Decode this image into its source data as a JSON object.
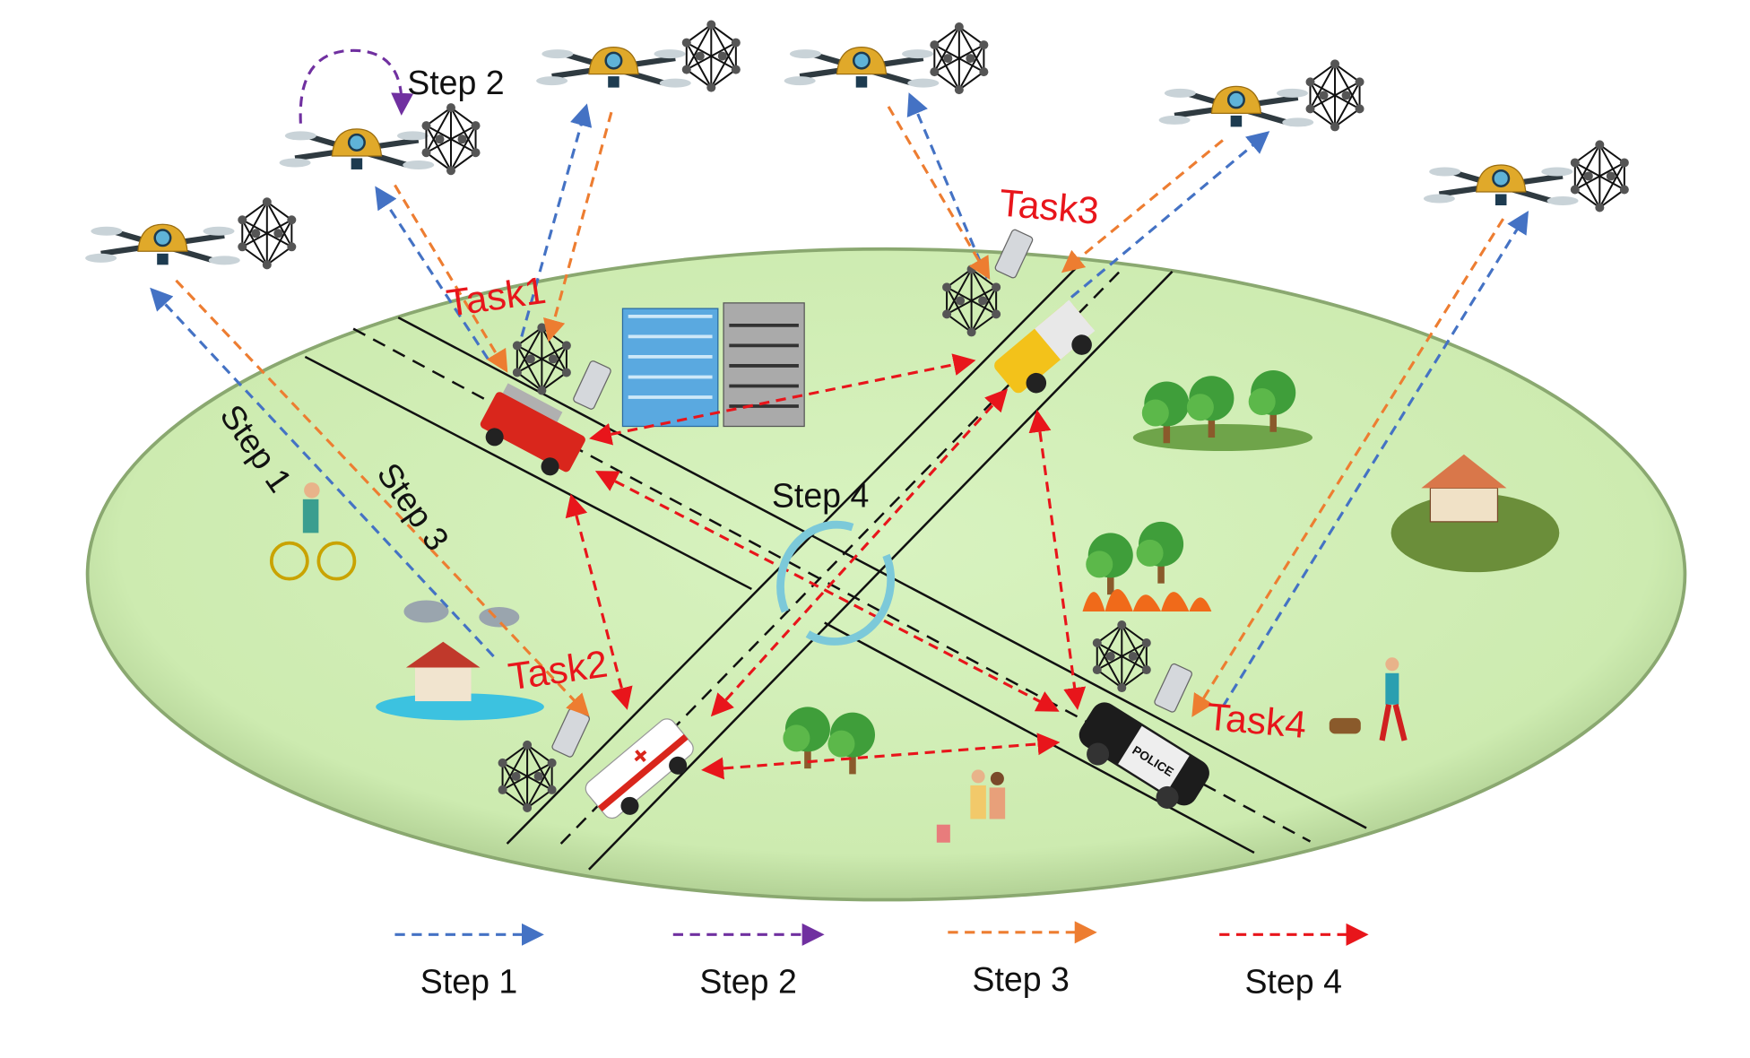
{
  "colors": {
    "step1": "#4472c4",
    "step2": "#7030a0",
    "step3": "#ed7d31",
    "step4": "#e8151b",
    "task": "#e8151b",
    "ground": "#d3efb9"
  },
  "labels": {
    "step1": "Step 1",
    "step2": "Step 2",
    "step3": "Step 3",
    "step4": "Step 4"
  },
  "tasks": [
    "Task1",
    "Task2",
    "Task3",
    "Task4"
  ],
  "vehicles": {
    "police": "POLICE"
  },
  "legend": [
    {
      "label": "Step 1",
      "color": "#4472c4"
    },
    {
      "label": "Step 2",
      "color": "#7030a0"
    },
    {
      "label": "Step 3",
      "color": "#ed7d31"
    },
    {
      "label": "Step 4",
      "color": "#e8151b"
    }
  ]
}
